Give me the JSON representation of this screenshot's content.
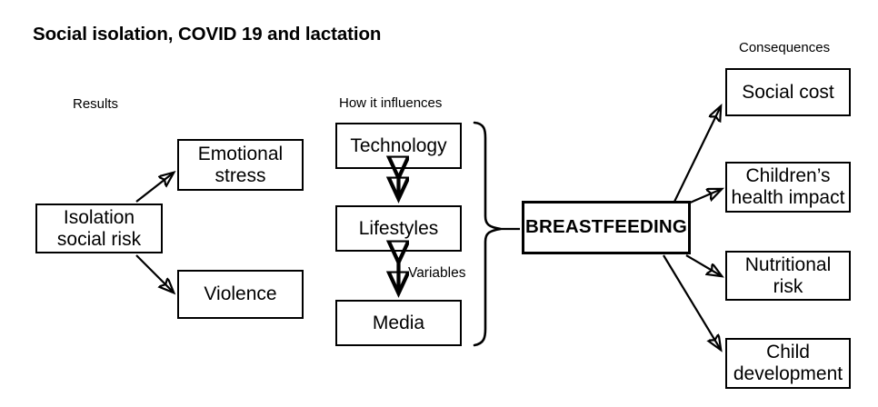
{
  "title": "Social isolation, COVID 19 and lactation",
  "section_labels": {
    "results": "Results",
    "how_it_influences": "How it influences",
    "consequences": "Consequences"
  },
  "nodes": {
    "source": "Isolation\nsocial risk",
    "source_line1": "Isolation",
    "source_line2": "social risk",
    "emotional_stress_line1": "Emotional",
    "emotional_stress_line2": "stress",
    "violence": "Violence",
    "technology": "Technology",
    "lifestyles": "Lifestyles",
    "media": "Media",
    "breastfeeding": "BREASTFEEDING",
    "social_cost": "Social cost",
    "childrens_health_line1": "Children’s",
    "childrens_health_line2": "health impact",
    "nutritional_risk_line1": "Nutritional",
    "nutritional_risk_line2": "risk",
    "child_development_line1": "Child",
    "child_development_line2": "development"
  },
  "edge_labels": {
    "variables": "Variables"
  },
  "colors": {
    "stroke": "#000000",
    "background": "#ffffff",
    "text": "#000000"
  }
}
